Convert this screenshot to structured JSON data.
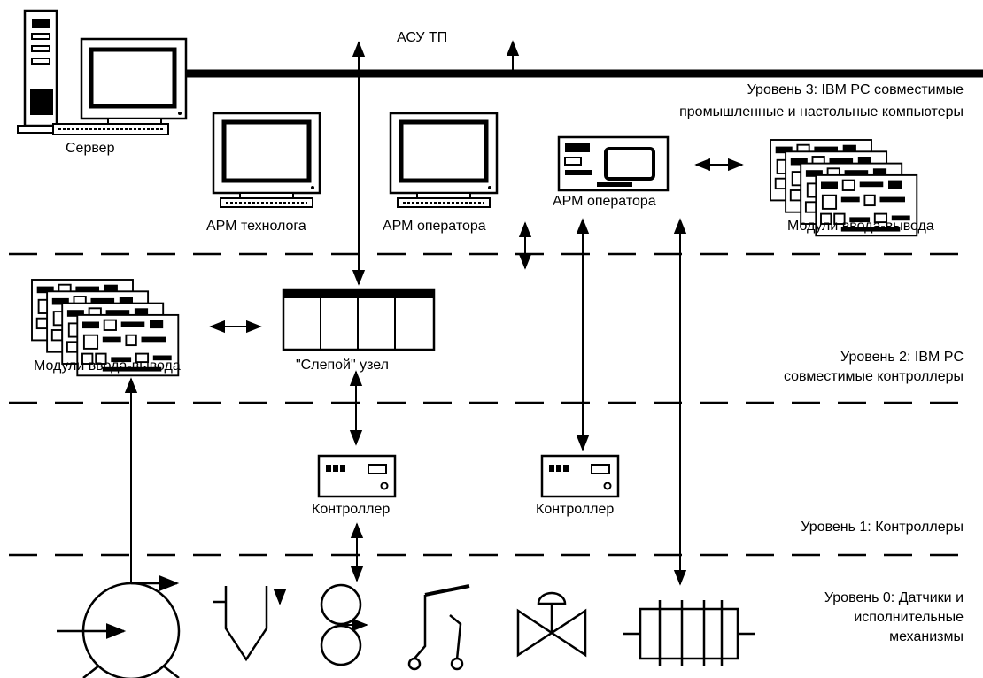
{
  "bus": {
    "label": "АСУ ТП"
  },
  "nodes": {
    "server": "Сервер",
    "arm_technologist": "АРМ технолога",
    "arm_operator_1": "АРМ оператора",
    "arm_operator_2": "АРМ оператора",
    "io_modules_top": "Модули ввода-вывода",
    "io_modules_left": "Модули ввода-вывода",
    "blind_node": "\"Слепой\" узел",
    "controller_1": "Контроллер",
    "controller_2": "Контроллер"
  },
  "levels": {
    "level3": [
      "Уровень 3: IBM PC совместимые",
      "промышленные и настольные компьютеры"
    ],
    "level2": [
      "Уровень 2: IBM PC",
      "совместимые контроллеры"
    ],
    "level1": [
      "Уровень 1: Контроллеры"
    ],
    "level0": [
      "Уровень 0: Датчики и",
      "исполнительные",
      "механизмы"
    ]
  }
}
